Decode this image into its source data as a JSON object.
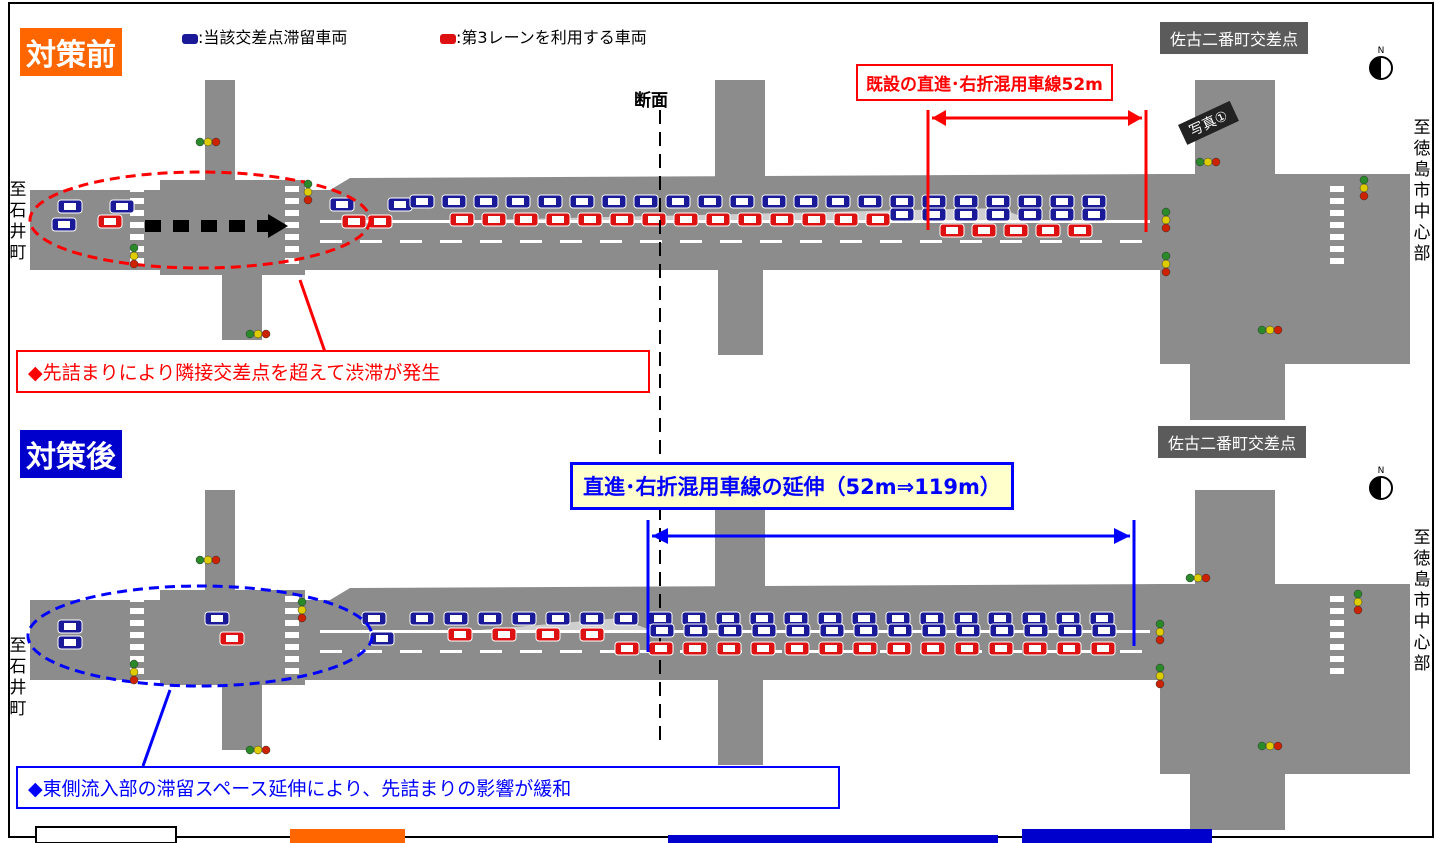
{
  "before": {
    "title": "対策前",
    "intersection_name": "佐古二番町交差点",
    "existing_lane_label": "既設の直進･右折混用車線52m",
    "photo_label": "写真①",
    "callout": "◆先詰まりにより隣接交差点を超えて渋滞が発生"
  },
  "after": {
    "title": "対策後",
    "intersection_name": "佐古二番町交差点",
    "extension_label": "直進･右折混用車線の延伸（52m⇒119m）",
    "callout": "◆東側流入部の滞留スペース延伸により、先詰まりの影響が緩和"
  },
  "legend": {
    "stay_vehicle": ":当該交差点滞留車両",
    "lane3_vehicle": ":第3レーンを利用する車両"
  },
  "section_label": "断面",
  "direction_west": [
    "至",
    "石",
    "井",
    "町"
  ],
  "direction_east": [
    "至",
    "徳",
    "島",
    "市",
    "中",
    "心",
    "部"
  ],
  "north_symbol": "N",
  "colors": {
    "before_title_bg": "#ff6600",
    "after_title_bg": "#0000cc",
    "road": "#8c8c8c",
    "stay_vehicle": "#1a1a99",
    "lane3_vehicle": "#dd1111",
    "red_line": "#ff0000",
    "blue_line": "#0000ff"
  }
}
